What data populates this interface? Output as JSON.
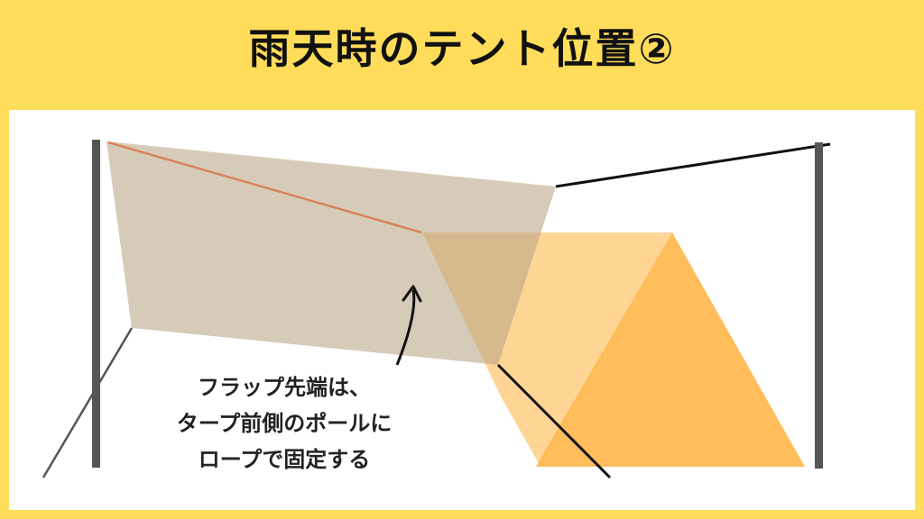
{
  "title": "雨天時のテント位置②",
  "caption": {
    "line1": "フラップ先端は、",
    "line2": "タープ前側のポールに",
    "line3": "ロープで固定する"
  },
  "colors": {
    "background": "#FFDC5A",
    "panel": "#FFFFFF",
    "tarp": "#CDBB9A",
    "tent": "#FFB23F",
    "pole": "#555555",
    "ridge": "#D9835A"
  }
}
